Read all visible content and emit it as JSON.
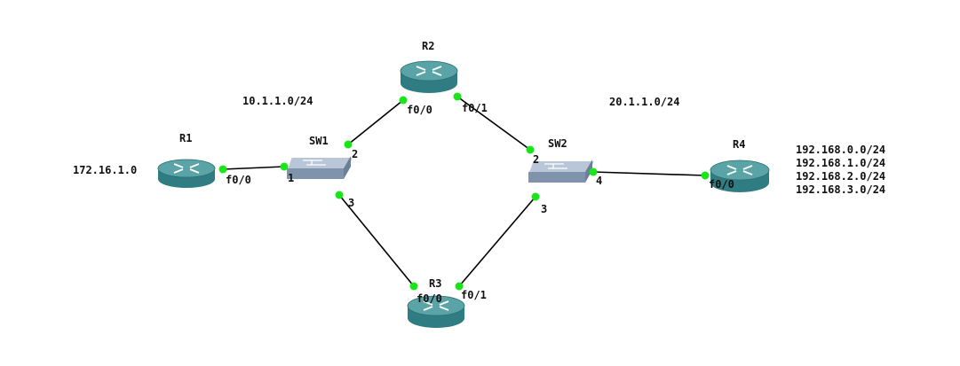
{
  "colors": {
    "router_top": "#5aa3a6",
    "router_side": "#2f7d82",
    "router_mark": "#ffffff",
    "switch_top": "#b8c6d8",
    "switch_side": "#7f93ad",
    "link": "#000000",
    "port": "#19e619"
  },
  "devices": {
    "r1": {
      "name": "R1",
      "type": "router-icon"
    },
    "r2": {
      "name": "R2",
      "type": "router-icon"
    },
    "r3": {
      "name": "R3",
      "type": "router-icon"
    },
    "r4": {
      "name": "R4",
      "type": "router-icon"
    },
    "sw1": {
      "name": "SW1",
      "type": "switch-icon"
    },
    "sw2": {
      "name": "SW2",
      "type": "switch-icon"
    }
  },
  "networks": {
    "r1_lan": "172.16.1.0",
    "left_segment": "10.1.1.0/24",
    "right_segment": "20.1.1.0/24",
    "r4_lans": [
      "192.168.0.0/24",
      "192.168.1.0/24",
      "192.168.2.0/24",
      "192.168.3.0/24"
    ]
  },
  "ports": {
    "r1_f00": "f0/0",
    "sw1_p1": "1",
    "sw1_p2": "2",
    "sw1_p3": "3",
    "r2_f00": "f0/0",
    "r2_f01": "f0/1",
    "sw2_p2": "2",
    "sw2_p3": "3",
    "sw2_p4": "4",
    "r4_f00": "f0/0",
    "r3_f00": "f0/0",
    "r3_f01": "f0/1"
  }
}
